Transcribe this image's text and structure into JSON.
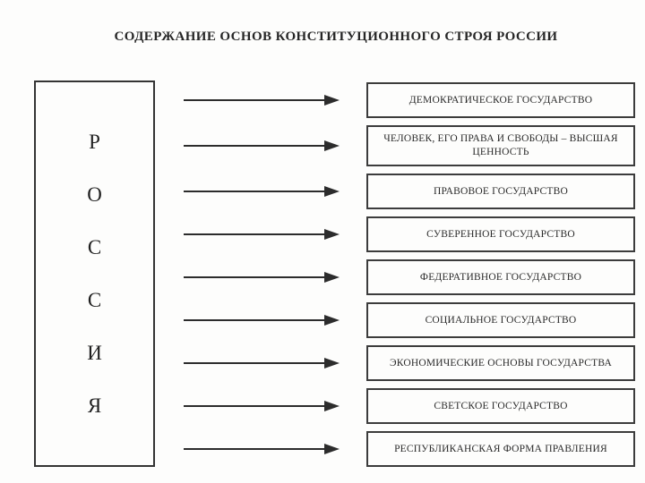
{
  "title": "СОДЕРЖАНИЕ ОСНОВ КОНСТИТУЦИОННОГО СТРОЯ РОССИИ",
  "source_box": {
    "letters": [
      "Р",
      "О",
      "С",
      "С",
      "И",
      "Я"
    ]
  },
  "principles": [
    "ДЕМОКРАТИЧЕСКОЕ ГОСУДАРСТВО",
    "ЧЕЛОВЕК, ЕГО ПРАВА И СВОБОДЫ – ВЫСШАЯ ЦЕННОСТЬ",
    "ПРАВОВОЕ ГОСУДАРСТВО",
    "СУВЕРЕННОЕ ГОСУДАРСТВО",
    "ФЕДЕРАТИВНОЕ ГОСУДАРСТВО",
    "СОЦИАЛЬНОЕ ГОСУДАРСТВО",
    "ЭКОНОМИЧЕСКИЕ ОСНОВЫ ГОСУДАРСТВА",
    "СВЕТСКОЕ ГОСУДАРСТВО",
    "РЕСПУБЛИКАНСКАЯ ФОРМА ПРАВЛЕНИЯ"
  ],
  "colors": {
    "ink": "#2c2c2c",
    "background": "#fdfdfc"
  }
}
